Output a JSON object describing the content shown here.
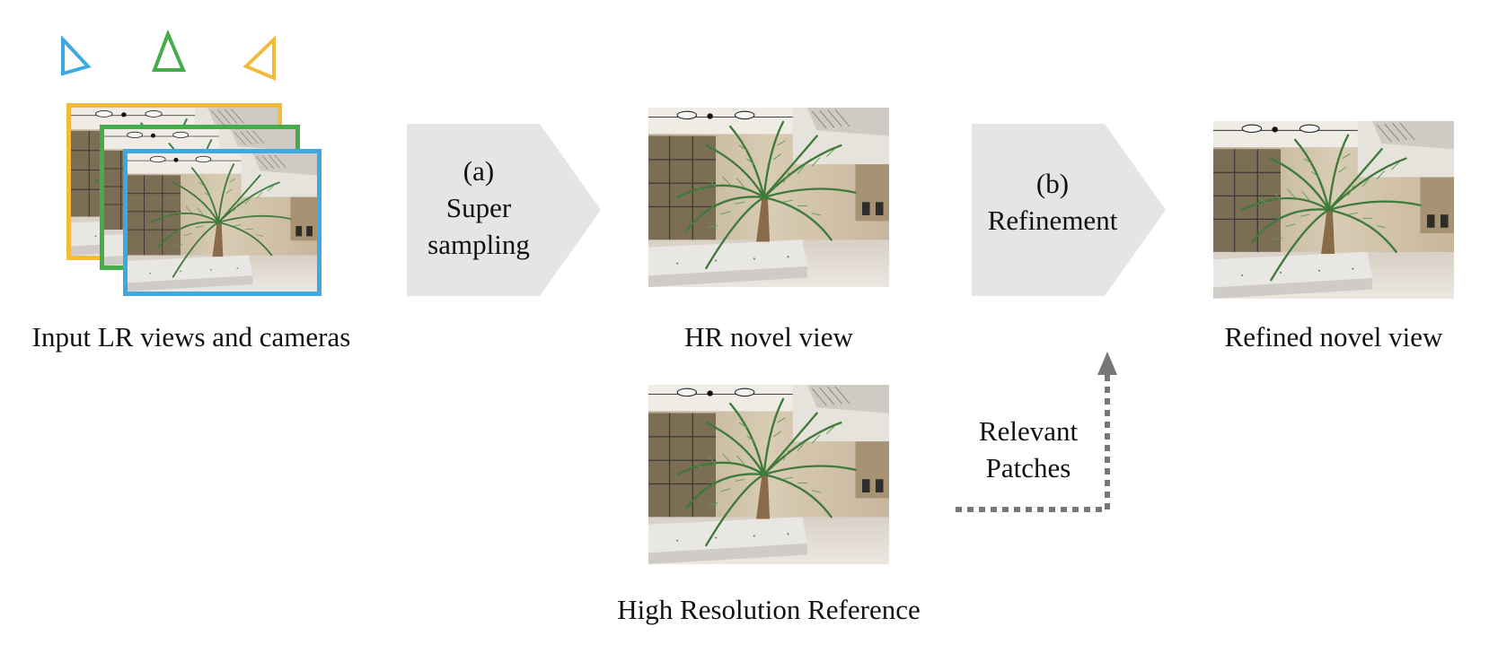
{
  "inputs": {
    "caption": "Input LR views and cameras",
    "camera_colors": [
      "#3ea8e0",
      "#44ad4a",
      "#f2bb3c"
    ]
  },
  "step_a": {
    "line1": "(a)",
    "line2": "Super",
    "line3": "sampling"
  },
  "hr_view": {
    "caption": "HR novel view"
  },
  "step_b": {
    "line1": "(b)",
    "line2": "Refinement"
  },
  "refined_view": {
    "caption": "Refined novel view"
  },
  "reference": {
    "caption": "High Resolution Reference"
  },
  "relevant_patches": {
    "line1": "Relevant",
    "line2": "Patches"
  }
}
